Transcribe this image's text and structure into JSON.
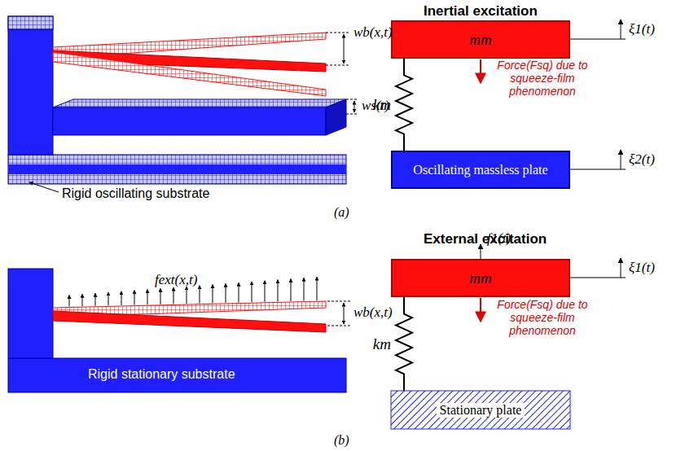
{
  "diagram": {
    "nodes": [
      {
        "text": [
          "mm"
        ]
      },
      {
        "text": [
          "Oscillating massless plate"
        ]
      },
      {
        "text": [
          "mm"
        ]
      },
      {
        "text": [
          "Stationary plate"
        ]
      }
    ],
    "edges": [
      {
        "from": 0,
        "to": 1,
        "arrow": "none",
        "label": "km"
      },
      {
        "from": 2,
        "to": 3,
        "arrow": "none",
        "label": "km"
      }
    ],
    "labels": [
      "Inertial excitation",
      "wb(x,t)",
      "ws(t)",
      "Rigid oscillating substrate",
      "Force(Fsq) due to squeeze-film phenomenon",
      "ξ1(t)",
      "ξ2(t)",
      "(a)",
      "External excitation",
      "fext(x,t)",
      "wb(x,t)",
      "Rigid stationary substrate",
      "f1(t)",
      "ξ1(t)",
      "Force(Fsq) due to squeeze-film phenomenon",
      "(b)"
    ]
  }
}
